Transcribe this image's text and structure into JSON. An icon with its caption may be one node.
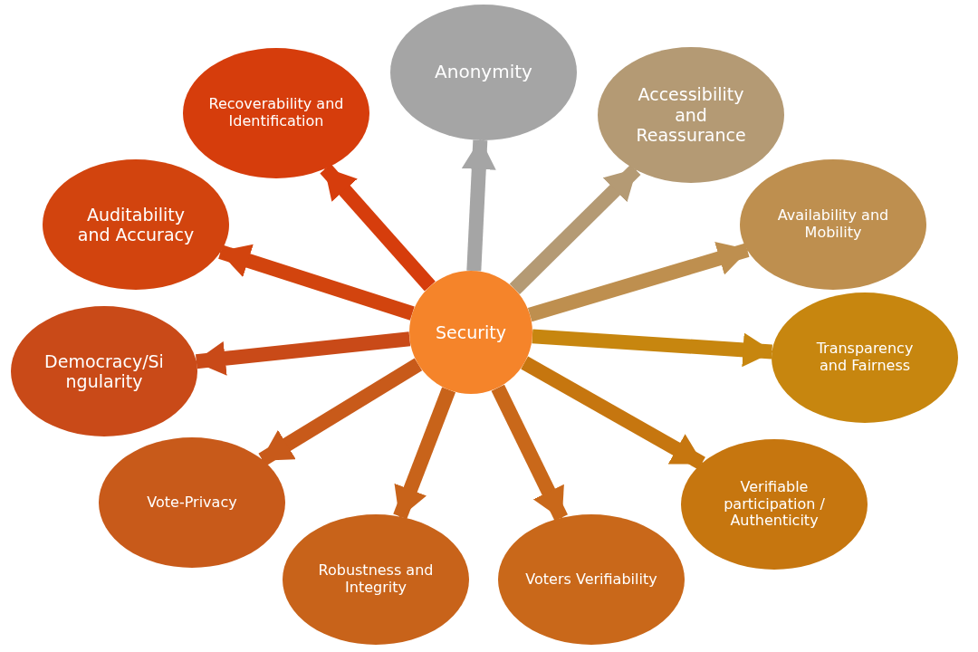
{
  "diagram": {
    "nodes": [
      {
        "text": [
          "Security"
        ]
      },
      {
        "text": [
          "Anonymity"
        ]
      },
      {
        "text": [
          "Recoverability and Identification"
        ]
      },
      {
        "text": [
          "Accessibility and Reassurance"
        ]
      },
      {
        "text": [
          "Auditability and Accuracy"
        ]
      },
      {
        "text": [
          "Availability and Mobility"
        ]
      },
      {
        "text": [
          "Democracy/Singularity"
        ]
      },
      {
        "text": [
          "Transparency and Fairness"
        ]
      },
      {
        "text": [
          "Vote-Privacy"
        ]
      },
      {
        "text": [
          "Verifiable participation / Authenticity"
        ]
      },
      {
        "text": [
          "Robustness and Integrity"
        ]
      },
      {
        "text": [
          "Voters Verifiability"
        ]
      }
    ],
    "edges": [
      {
        "from": 0,
        "to": 1,
        "arrow": "to",
        "color": "#a5a5a5"
      },
      {
        "from": 0,
        "to": 2,
        "arrow": "to",
        "color": "#d63d0c"
      },
      {
        "from": 0,
        "to": 3,
        "arrow": "to",
        "color": "#b49a74"
      },
      {
        "from": 0,
        "to": 4,
        "arrow": "to",
        "color": "#d2440e"
      },
      {
        "from": 0,
        "to": 5,
        "arrow": "to",
        "color": "#be8f4f"
      },
      {
        "from": 0,
        "to": 6,
        "arrow": "to",
        "color": "#c94a18"
      },
      {
        "from": 0,
        "to": 7,
        "arrow": "to",
        "color": "#c7860f"
      },
      {
        "from": 0,
        "to": 8,
        "arrow": "to",
        "color": "#c85a1a"
      },
      {
        "from": 0,
        "to": 9,
        "arrow": "to",
        "color": "#c6760f"
      },
      {
        "from": 0,
        "to": 10,
        "arrow": "to",
        "color": "#c8631a"
      },
      {
        "from": 0,
        "to": 11,
        "arrow": "to",
        "color": "#c9681a"
      }
    ]
  }
}
